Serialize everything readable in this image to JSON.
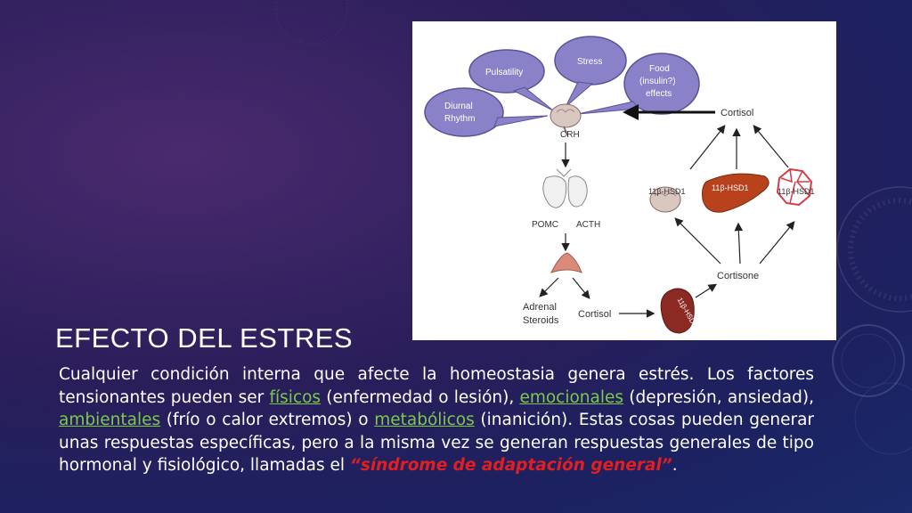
{
  "slide": {
    "title": "EFECTO DEL ESTRES",
    "body": {
      "t1": "Cualquier condición interna que afecte la homeostasia genera estrés. Los factores tensionantes pueden ser ",
      "link_fisicos": "físicos",
      "t2": " (enfermedad o lesión), ",
      "link_emocionales": "emocionales",
      "t3": " (depresión, ansiedad), ",
      "link_ambientales": "ambientales",
      "t4": " (frío o calor extremos) o ",
      "link_metabolicos": "metabólicos",
      "t5": " (inanición). Estas cosas pueden generar unas respuestas específicas, pero a la misma vez se generan respuestas generales de tipo hormonal y fisiológico, llamadas el ",
      "highlight": "“síndrome de adaptación general”",
      "t6": "."
    }
  },
  "diagram": {
    "bubbles": {
      "diurnal_1": "Diurnal",
      "diurnal_2": "Rhythm",
      "pulsatility": "Pulsatility",
      "stress": "Stress",
      "food_1": "Food",
      "food_2": "(insulin?)",
      "food_3": "effects"
    },
    "labels": {
      "crh": "CRH",
      "pomc": "POMC",
      "acth": "ACTH",
      "adrenal_1": "Adrenal",
      "adrenal_2": "Steroids",
      "cortisol_bottom": "Cortisol",
      "cortisol_top": "Cortisol",
      "cortisone": "Cortisone",
      "hsd_brain": "11β-HSD1",
      "hsd_liver": "11β-HSD1",
      "hsd_fat": "11β-HSD1",
      "hsd_kidney": "11β-HSD2"
    },
    "colors": {
      "bubble_fill": "#8a82c8",
      "bubble_stroke": "#5a5296",
      "liver": "#b8421c",
      "kidney": "#8a2a22",
      "fat": "#d23b47",
      "adrenal": "#d98a7a"
    }
  }
}
